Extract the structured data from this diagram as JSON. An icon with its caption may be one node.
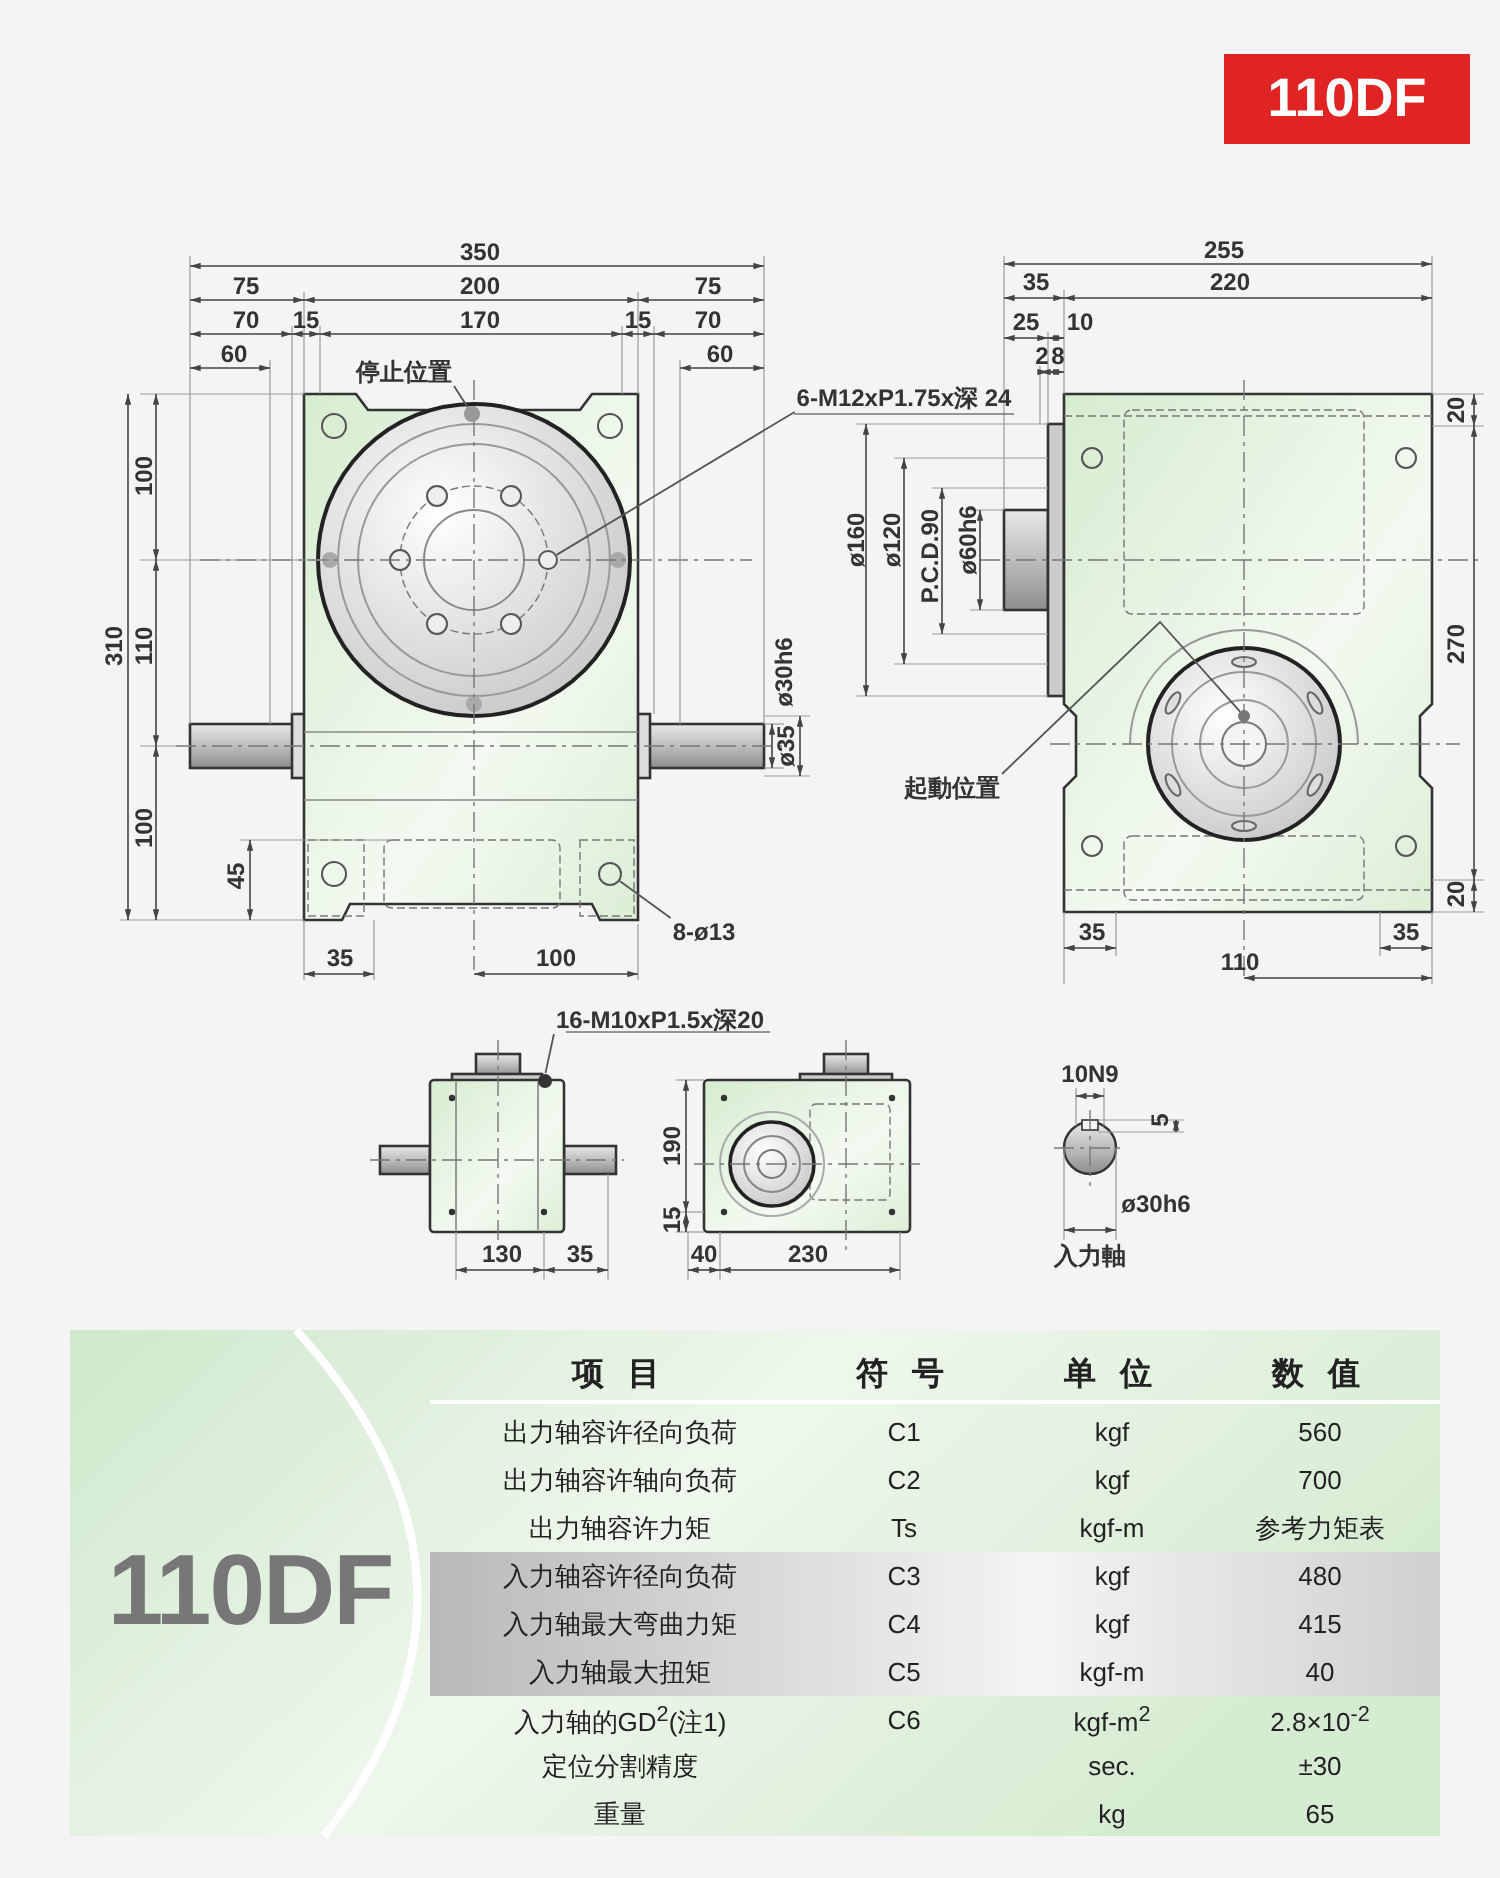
{
  "diagram": {
    "title": "110DF",
    "nodes": [
      {
        "text": [
          "停止位置"
        ]
      },
      {
        "text": [],
        "shape": "circle"
      },
      {
        "text": [
          "6-M12xP1.75x深 24"
        ]
      },
      {
        "text": [],
        "shape": "circle"
      },
      {
        "text": [
          "8-ø13"
        ]
      },
      {
        "text": [],
        "shape": "circle"
      },
      {
        "text": [
          "起動位置"
        ]
      },
      {
        "text": [],
        "shape": "circle"
      },
      {
        "text": [
          "16-M10xP1.5x深20"
        ]
      },
      {
        "text": [],
        "shape": "circle"
      }
    ],
    "edges": [
      {
        "from": 0,
        "to": 1,
        "arrow": "none"
      },
      {
        "from": 2,
        "to": 3,
        "arrow": "none"
      },
      {
        "from": 4,
        "to": 5,
        "arrow": "none"
      },
      {
        "from": 6,
        "to": 7,
        "arrow": "none"
      },
      {
        "from": 8,
        "to": 9,
        "arrow": "none"
      }
    ],
    "labels": [
      "350",
      "75",
      "200",
      "75",
      "70",
      "15",
      "170",
      "15",
      "70",
      "60",
      "60",
      "100",
      "310",
      "110",
      "100",
      "45",
      "ø30h6",
      "ø35",
      "35",
      "100",
      "255",
      "35",
      "220",
      "25",
      "10",
      "2",
      "8",
      "ø160",
      "ø120",
      "P.C.D.90",
      "ø60h6",
      "20",
      "270",
      "20",
      "35",
      "35",
      "110",
      "190",
      "15",
      "130",
      "35",
      "40",
      "230",
      "10N9",
      "5",
      "ø30h6",
      "入力軸",
      "110DF",
      "项 目",
      "符 号",
      "单 位",
      "数 值",
      "出力轴容许径向负荷",
      "C1",
      "kgf",
      "560",
      "出力轴容许轴向负荷",
      "C2",
      "kgf",
      "700",
      "出力轴容许力矩",
      "Ts",
      "kgf-m",
      "参考力矩表",
      "入力轴容许径向负荷",
      "C3",
      "kgf",
      "480",
      "入力轴最大弯曲力矩",
      "C4",
      "kgf",
      "415",
      "入力轴最大扭矩",
      "C5",
      "kgf-m",
      "40",
      "入力轴的GD$^{2}$(注1)",
      "C6",
      "kgf-m$^{2}$",
      "2.8×10$^{-2}$",
      "定位分割精度",
      "sec.",
      "±30",
      "重量",
      "kg",
      "65"
    ]
  }
}
